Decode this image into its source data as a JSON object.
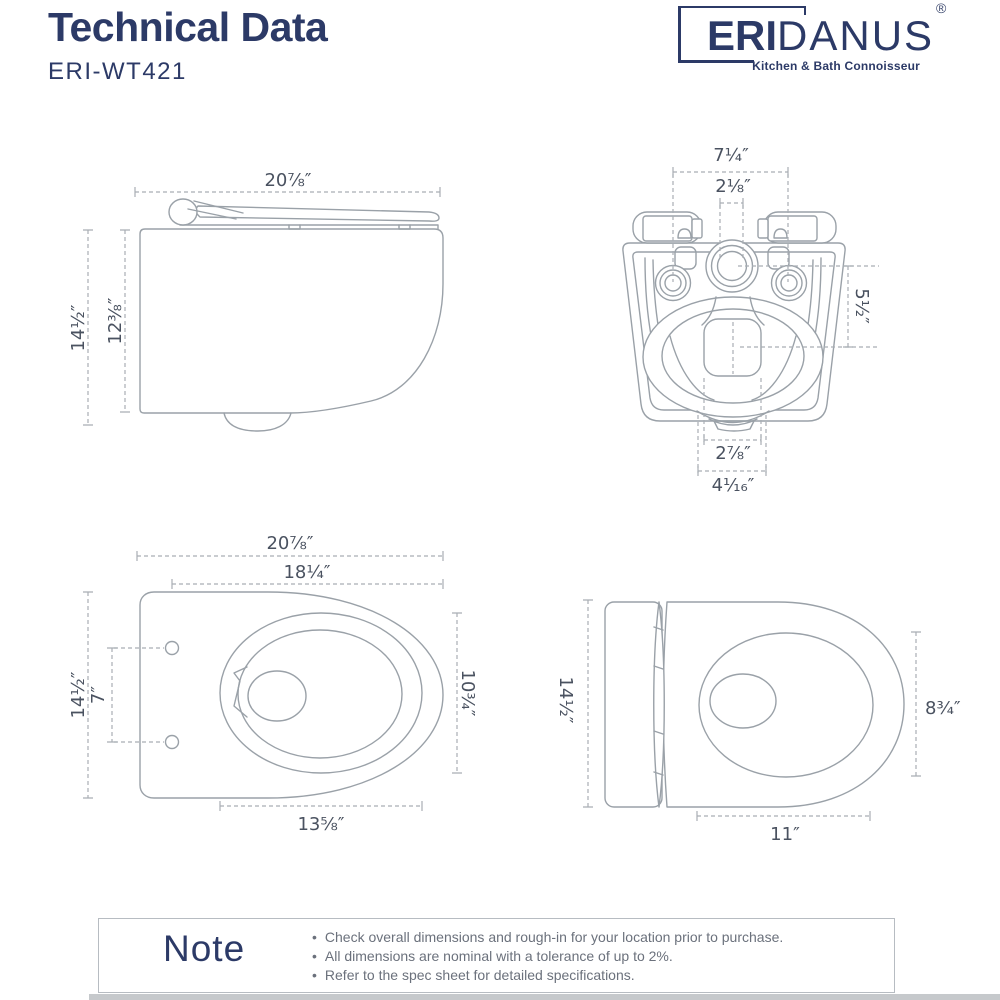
{
  "header": {
    "title": "Technical Data",
    "model": "ERI-WT421"
  },
  "logo": {
    "brand_bold": "ERI",
    "brand_light": "DANUS",
    "tagline": "Kitchen & Bath Connoisseur",
    "registered_mark": "®"
  },
  "colors": {
    "navy": "#2c3a67",
    "line": "#9aa1a8",
    "dimline": "#a9aeb4",
    "dimtext": "#4a5260",
    "notetext": "#6b717c",
    "noteborder": "#b7bcc2",
    "band": "#c6c9cc"
  },
  "drawings": {
    "side_view": {
      "top_width": "20⅞″",
      "outer_height": "14½″",
      "inner_height": "12⅜″"
    },
    "rear_view": {
      "bolt_spacing": "7¼″",
      "inlet_width": "2⅛″",
      "inlet_to_drain": "5½″",
      "drain_width": "2⅞″",
      "drain_outer_width": "4¹⁄₁₆″"
    },
    "top_view_open": {
      "top_width": "20⅞″",
      "inner_width": "18¼″",
      "outer_depth": "14½″",
      "hole_spacing": "7″",
      "bowl_width": "10¾″",
      "bowl_length": "13⅝″"
    },
    "top_view_closed": {
      "depth": "14½″",
      "opening_width": "8¾″",
      "length": "11″"
    }
  },
  "note": {
    "label": "Note",
    "bullet": "•",
    "items": [
      "Check overall dimensions and rough-in for your location prior to purchase.",
      "All dimensions are nominal with a tolerance of up to 2%.",
      "Refer to the spec sheet for detailed specifications."
    ]
  }
}
